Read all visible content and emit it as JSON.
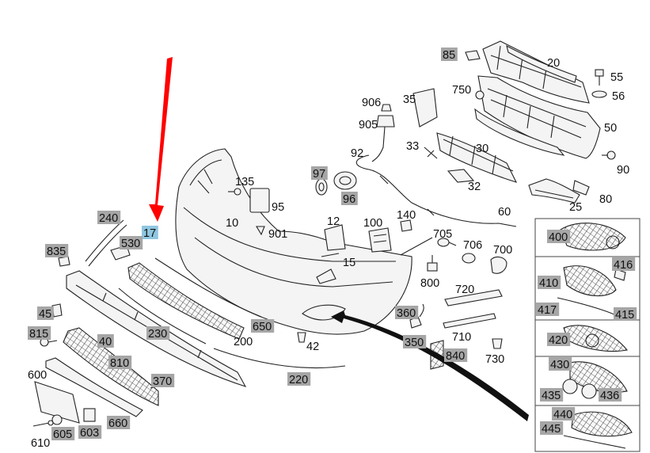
{
  "labels": [
    {
      "text": "85",
      "boxed": true
    },
    {
      "text": "20",
      "boxed": false
    },
    {
      "text": "55",
      "boxed": false
    },
    {
      "text": "56",
      "boxed": false
    },
    {
      "text": "750",
      "boxed": false
    },
    {
      "text": "906",
      "boxed": false
    },
    {
      "text": "35",
      "boxed": false
    },
    {
      "text": "905",
      "boxed": false
    },
    {
      "text": "50",
      "boxed": false
    },
    {
      "text": "33",
      "boxed": false
    },
    {
      "text": "30",
      "boxed": false
    },
    {
      "text": "92",
      "boxed": false
    },
    {
      "text": "90",
      "boxed": false
    },
    {
      "text": "97",
      "boxed": true
    },
    {
      "text": "96",
      "boxed": true
    },
    {
      "text": "32",
      "boxed": false
    },
    {
      "text": "135",
      "boxed": false
    },
    {
      "text": "95",
      "boxed": false
    },
    {
      "text": "80",
      "boxed": false
    },
    {
      "text": "25",
      "boxed": false
    },
    {
      "text": "60",
      "boxed": false
    },
    {
      "text": "240",
      "boxed": true
    },
    {
      "text": "10",
      "boxed": false
    },
    {
      "text": "12",
      "boxed": false
    },
    {
      "text": "100",
      "boxed": false
    },
    {
      "text": "140",
      "boxed": false
    },
    {
      "text": "17",
      "boxed": true,
      "highlight": true
    },
    {
      "text": "901",
      "boxed": false
    },
    {
      "text": "705",
      "boxed": false
    },
    {
      "text": "530",
      "boxed": true
    },
    {
      "text": "706",
      "boxed": false
    },
    {
      "text": "700",
      "boxed": false
    },
    {
      "text": "835",
      "boxed": true
    },
    {
      "text": "15",
      "boxed": false
    },
    {
      "text": "800",
      "boxed": false
    },
    {
      "text": "720",
      "boxed": false
    },
    {
      "text": "45",
      "boxed": true
    },
    {
      "text": "360",
      "boxed": true
    },
    {
      "text": "650",
      "boxed": true
    },
    {
      "text": "815",
      "boxed": true
    },
    {
      "text": "230",
      "boxed": true
    },
    {
      "text": "710",
      "boxed": false
    },
    {
      "text": "40",
      "boxed": true
    },
    {
      "text": "200",
      "boxed": false
    },
    {
      "text": "350",
      "boxed": true
    },
    {
      "text": "42",
      "boxed": false
    },
    {
      "text": "840",
      "boxed": true
    },
    {
      "text": "730",
      "boxed": false
    },
    {
      "text": "810",
      "boxed": true
    },
    {
      "text": "600",
      "boxed": false
    },
    {
      "text": "220",
      "boxed": true
    },
    {
      "text": "370",
      "boxed": true
    },
    {
      "text": "660",
      "boxed": true
    },
    {
      "text": "605",
      "boxed": true
    },
    {
      "text": "603",
      "boxed": true
    },
    {
      "text": "610",
      "boxed": false
    },
    {
      "text": "400",
      "boxed": true
    },
    {
      "text": "416",
      "boxed": true
    },
    {
      "text": "410",
      "boxed": true
    },
    {
      "text": "417",
      "boxed": true
    },
    {
      "text": "415",
      "boxed": true
    },
    {
      "text": "420",
      "boxed": true
    },
    {
      "text": "430",
      "boxed": true
    },
    {
      "text": "435",
      "boxed": true
    },
    {
      "text": "436",
      "boxed": true
    },
    {
      "text": "440",
      "boxed": true
    },
    {
      "text": "445",
      "boxed": true
    }
  ],
  "colors": {
    "label_box": "#a6a6a6",
    "label_highlight": "#8fc6e0",
    "arrow": "#ff0000",
    "line": "#222222"
  }
}
